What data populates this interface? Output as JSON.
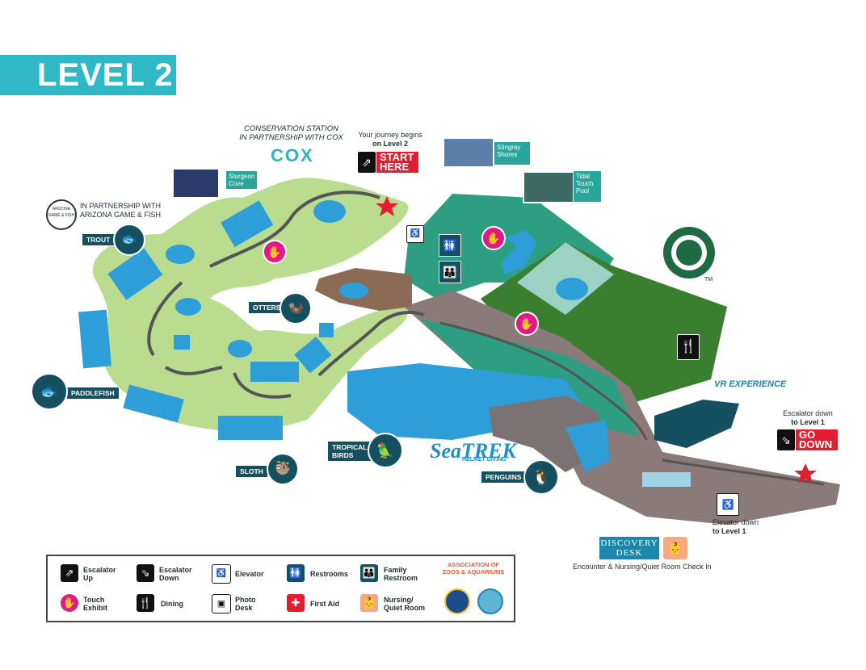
{
  "level_title": "LEVEL 2",
  "conservation": {
    "line1": "CONSERVATION STATION",
    "line2": "IN PARTNERSHIP WITH COX",
    "logo": "COX"
  },
  "start": {
    "line1": "Your journey begins",
    "line2": "on Level 2",
    "button": "START HERE",
    "btn1": "START",
    "btn2": "HERE"
  },
  "arizona": {
    "line1": "IN PARTNERSHIP WITH",
    "line2": "ARIZONA GAME & FISH",
    "seal": "ARIZONA GAME & FISH"
  },
  "photos": {
    "sturgeon": "Sturgeon Cove",
    "stingray": "Stingray Shores",
    "tidal": "Tidal Touch Pool"
  },
  "exhibits": {
    "trout": "TROUT",
    "otters": "OTTERS",
    "paddlefish": "PADDLEFISH",
    "tropical_birds_1": "TROPICAL",
    "tropical_birds_2": "BIRDS",
    "sloth": "SLOTH",
    "penguins": "PENGUINS",
    "vr": "VR EXPERIENCE",
    "seatrek_1": "SeaTREK",
    "seatrek_2": "HELMET DIVING"
  },
  "escalator_down": {
    "line1": "Escalator down",
    "line2": "to Level 1",
    "button1": "GO",
    "button2": "DOWN"
  },
  "elevator_down": {
    "line1": "Elevator down",
    "line2": "to Level 1"
  },
  "discovery": {
    "line1": "DISCOVERY",
    "line2": "DESK",
    "caption": "Encounter & Nursing/Quiet Room Check In"
  },
  "starbucks_tm": "TM",
  "legend": {
    "esc_up": "Escalator Up",
    "esc_down": "Escalator Down",
    "elevator": "Elevator",
    "restrooms": "Restrooms",
    "family": "Family Restroom",
    "touch": "Touch Exhibit",
    "dining": "Dining",
    "photo": "Photo Desk",
    "firstaid": "First Aid",
    "nursing": "Nursing/ Quiet Room",
    "aza": "ASSOCIATION OF ZOOS & AQUARIUMS"
  },
  "colors": {
    "teal": "#2fb9c6",
    "land": "#b9dc8f",
    "water": "#2e9ed9",
    "dark": "#14505f",
    "red": "#e11d2f"
  }
}
